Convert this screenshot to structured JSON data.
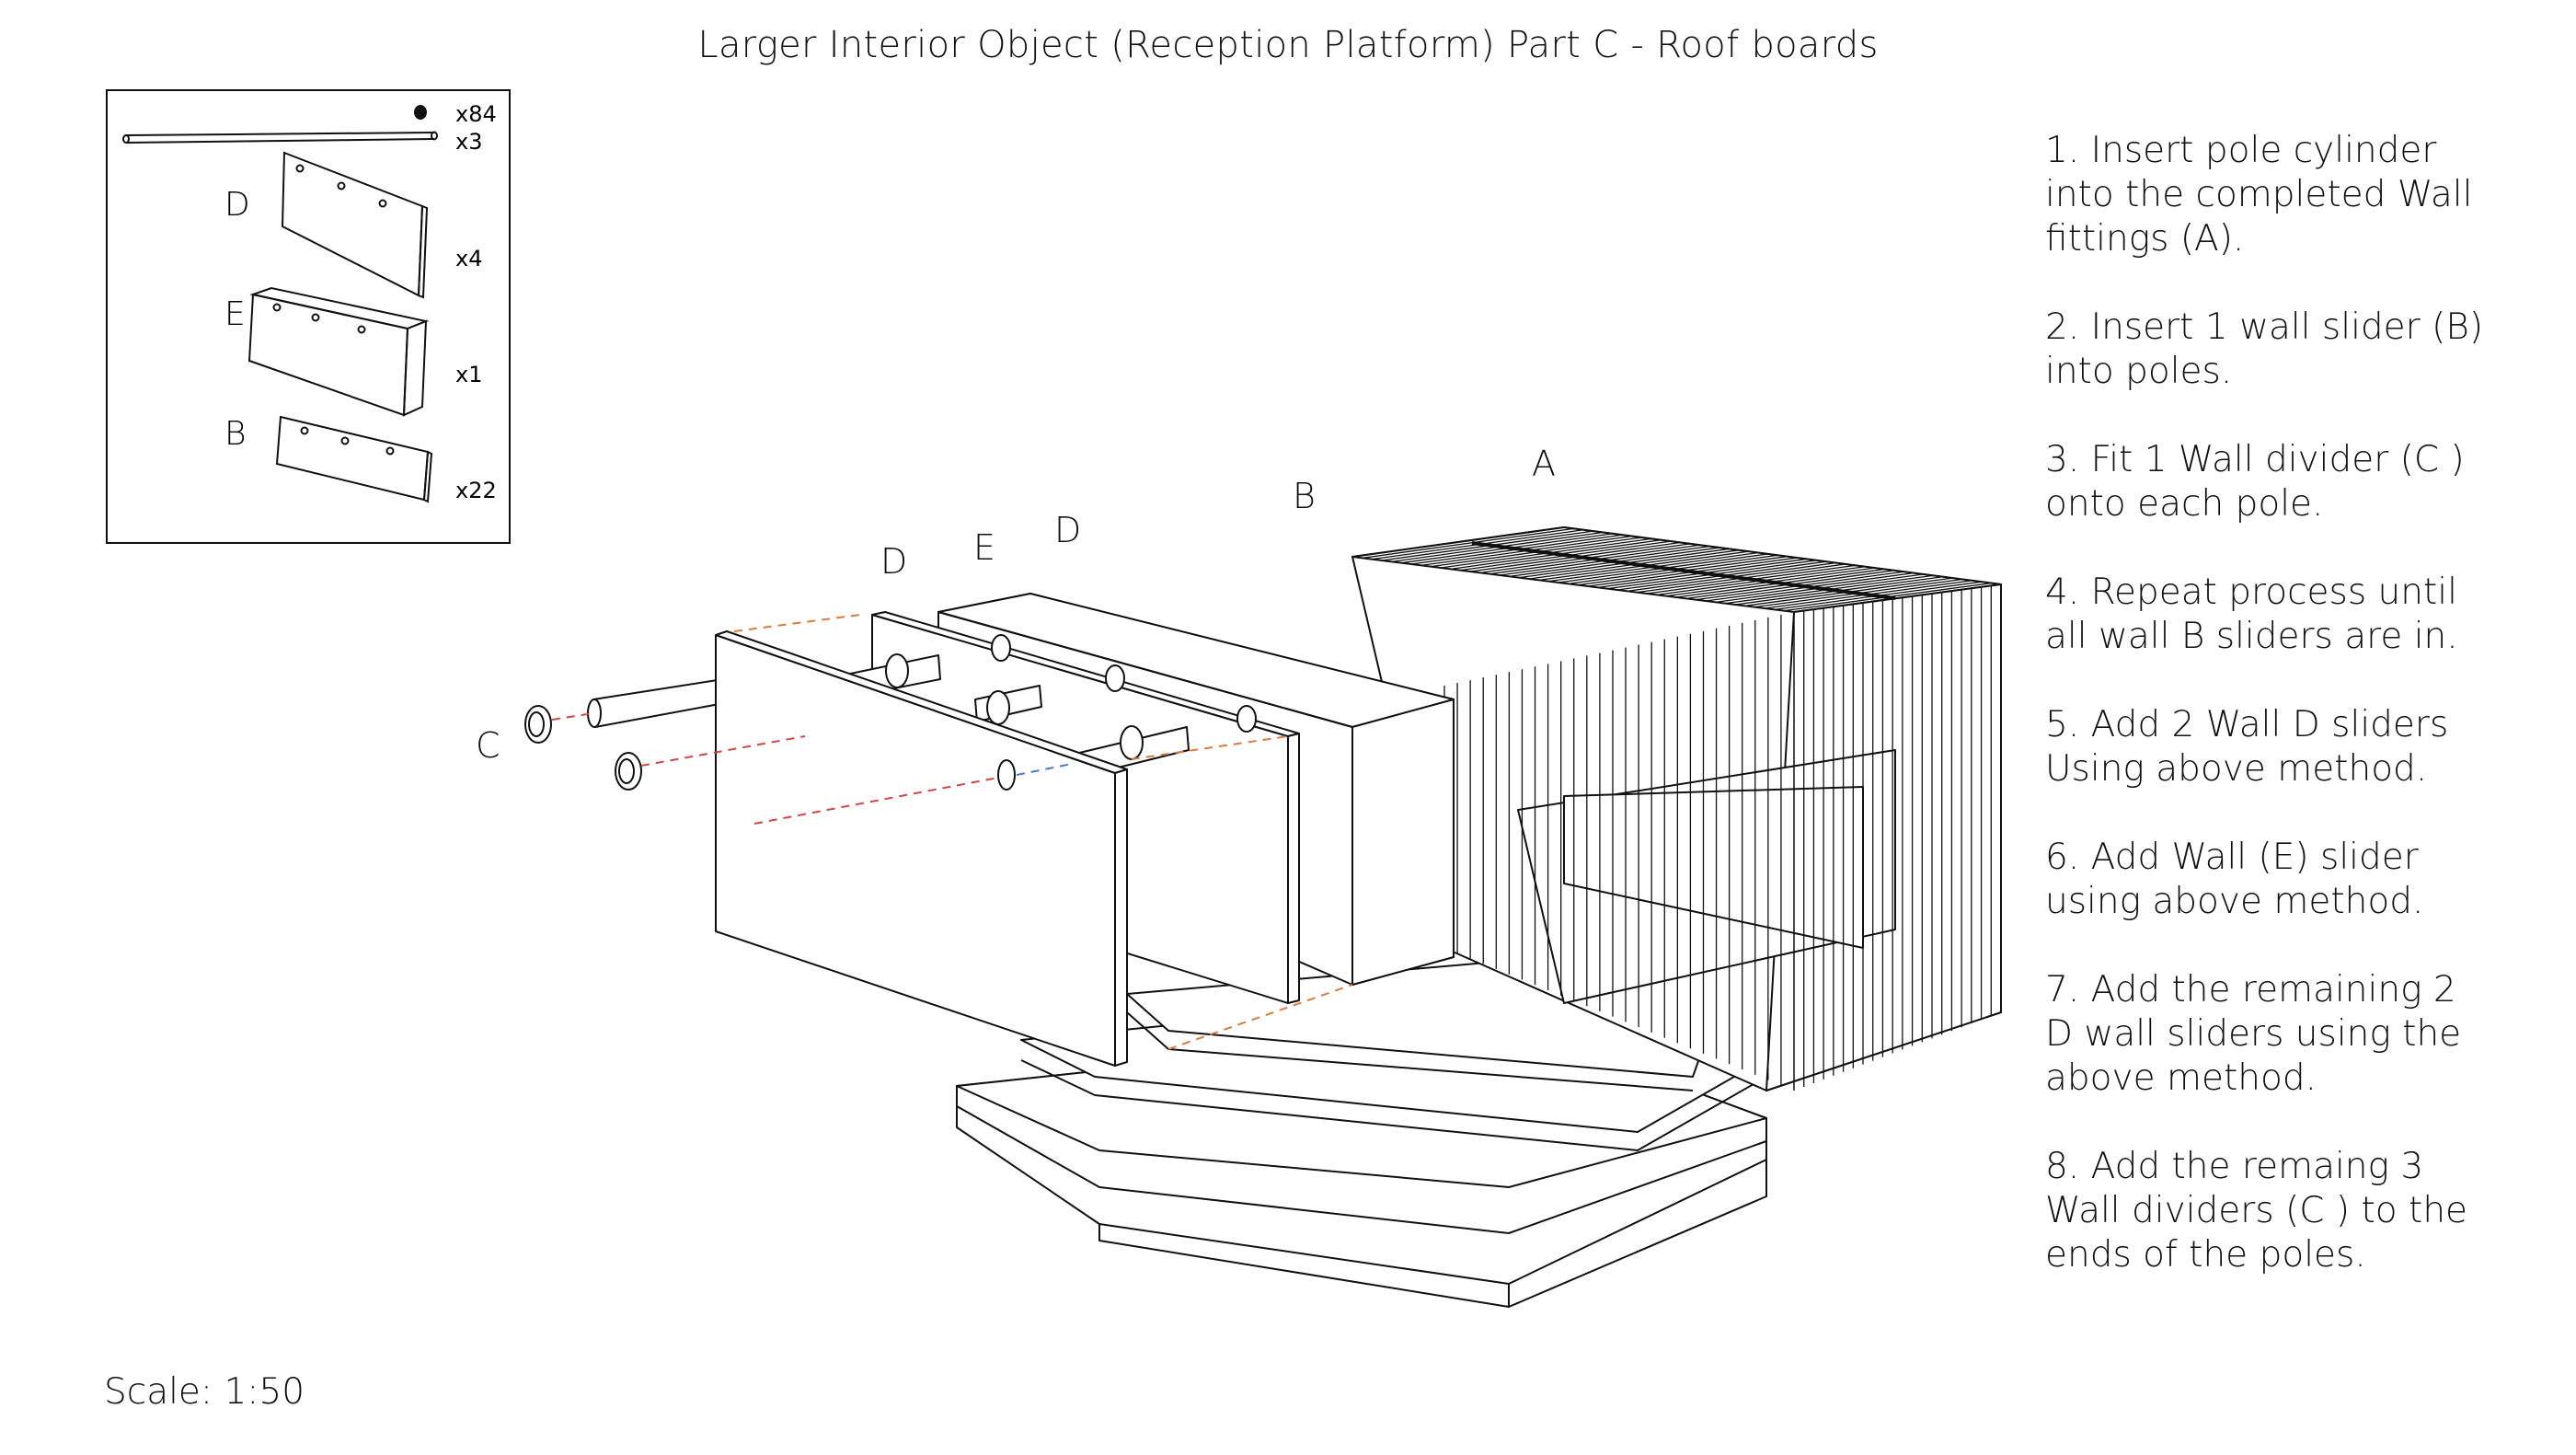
{
  "title": "Larger Interior Object (Reception Platform) Part C - Roof boards",
  "parts_box": {
    "parts": [
      {
        "letter": "",
        "quantity": "x84",
        "item": "ring"
      },
      {
        "letter": "",
        "quantity": "x3",
        "item": "pole"
      },
      {
        "letter": "D",
        "quantity": "x4",
        "item": "board"
      },
      {
        "letter": "E",
        "quantity": "x1",
        "item": "block"
      },
      {
        "letter": "B",
        "quantity": "x22",
        "item": "slider"
      }
    ]
  },
  "diagram_labels": {
    "a": "A",
    "b": "B",
    "c": "C",
    "d1": "D",
    "d2": "D",
    "e": "E"
  },
  "instructions": [
    "1. Insert pole cylinder\ninto the completed Wall\nfittings (A).",
    "2. Insert 1 wall slider (B)\ninto poles.",
    "3. Fit 1 Wall divider (C )\nonto each pole.",
    "4. Repeat process until\nall wall B sliders are in.",
    "5. Add 2 Wall D sliders\nUsing above method.",
    "6. Add Wall (E) slider\nusing above method.",
    "7. Add the remaining 2\nD wall sliders using the\nabove method.",
    "8. Add the remaing 3\nWall dividers (C ) to the\nends of the poles."
  ],
  "scale": "Scale: 1:50",
  "colors": {
    "line": "#111111",
    "dash_orange": "#e07a3c",
    "dash_red": "#d2454a",
    "dash_blue": "#4a7ac9"
  }
}
